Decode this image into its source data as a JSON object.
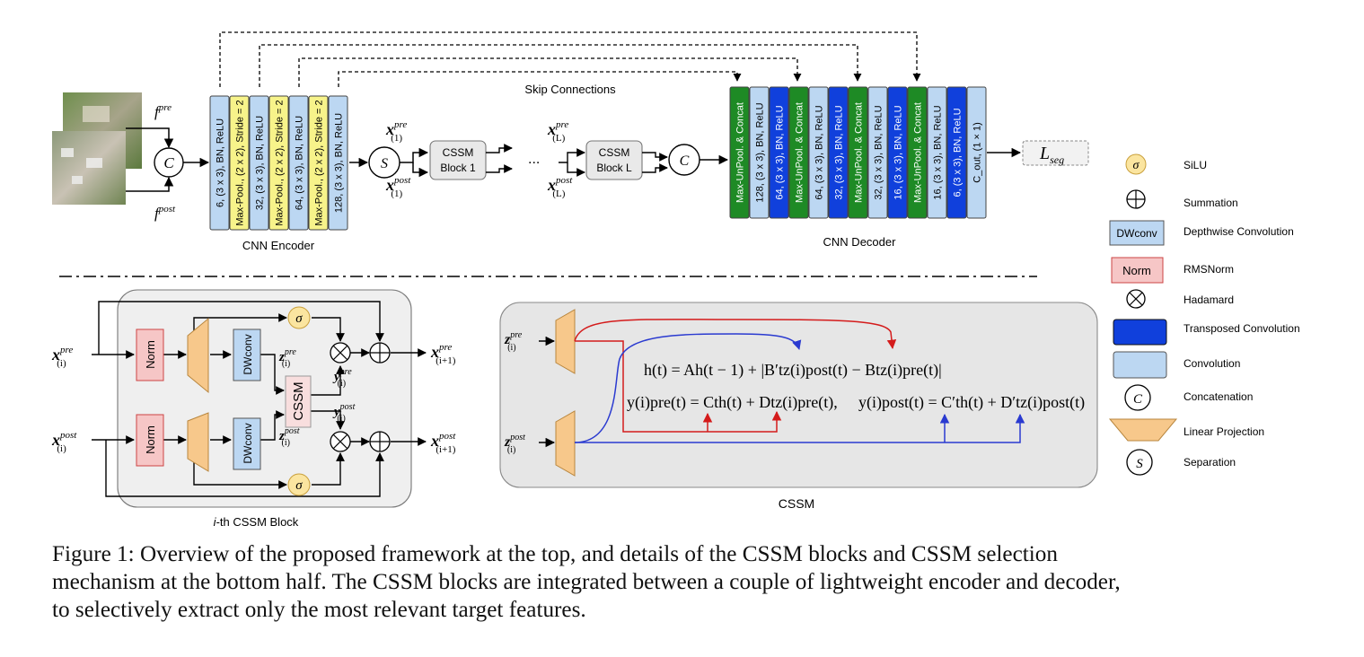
{
  "top": {
    "inputs": {
      "pre": "f",
      "pre_sup": "pre",
      "post": "f",
      "post_sup": "post",
      "concat_symbol": "C"
    },
    "encoder": {
      "label": "CNN Encoder",
      "layers": [
        "6, (3 x 3), BN, ReLU",
        "Max-Pool., (2 x 2), Stride = 2",
        "32, (3 x 3), BN, ReLU",
        "Max-Pool., (2 x 2), Stride = 2",
        "64, (3 x 3), BN, ReLU",
        "Max-Pool., (2 x 2), Stride = 2",
        "128, (3 x 3), BN, ReLU"
      ]
    },
    "separation_symbol": "S",
    "x1_pre": {
      "base": "x",
      "sup": "pre",
      "sub": "(1)"
    },
    "x1_post": {
      "base": "x",
      "sup": "post",
      "sub": "(1)"
    },
    "block1": {
      "line1": "CSSM",
      "line2": "Block 1"
    },
    "ellipsis": "...",
    "xL_pre": {
      "base": "x",
      "sup": "pre",
      "sub": "(L)"
    },
    "xL_post": {
      "base": "x",
      "sup": "post",
      "sub": "(L)"
    },
    "blockL": {
      "line1": "CSSM",
      "line2": "Block L"
    },
    "concat_symbol": "C",
    "skip_label": "Skip Connections",
    "decoder": {
      "label": "CNN Decoder",
      "layers": [
        "Max-UnPool. & Concat",
        "128, (3 x 3), BN, ReLU",
        "64, (3 x 3), BN, ReLU",
        "Max-UnPool. & Concat",
        "64, (3 x 3), BN, ReLU",
        "32, (3 x 3), BN, ReLU",
        "Max-UnPool. & Concat",
        "32, (3 x 3), BN, ReLU",
        "16, (3 x 3), BN, ReLU",
        "Max-UnPool. & Concat",
        "16, (3 x 3), BN, ReLU",
        "6, (3 x 3), BN, ReLU",
        "C_out, (1 × 1)"
      ]
    },
    "loss": {
      "base": "L",
      "sub": "seg"
    }
  },
  "block": {
    "caption_prefix": "i",
    "caption_suffix": "-th CSSM Block",
    "in_pre": {
      "base": "x",
      "sup": "pre",
      "sub": "(i)"
    },
    "in_post": {
      "base": "x",
      "sup": "post",
      "sub": "(i)"
    },
    "out_pre": {
      "base": "x",
      "sup": "pre",
      "sub": "(i+1)"
    },
    "out_post": {
      "base": "x",
      "sup": "post",
      "sub": "(i+1)"
    },
    "norm": "Norm",
    "dwconv": "DWconv",
    "sigma": "σ",
    "cssm": "CSSM",
    "z_pre": {
      "base": "z",
      "sup": "pre",
      "sub": "(i)"
    },
    "z_post": {
      "base": "z",
      "sup": "post",
      "sub": "(i)"
    },
    "y_pre": {
      "base": "y",
      "sup": "pre",
      "sub": "(i)"
    },
    "y_post": {
      "base": "y",
      "sup": "post",
      "sub": "(i)"
    }
  },
  "cssm": {
    "label": "CSSM",
    "z_pre": {
      "base": "z",
      "sup": "pre",
      "sub": "(i)"
    },
    "z_post": {
      "base": "z",
      "sup": "post",
      "sub": "(i)"
    },
    "eq_h": "h(t) = Ah(t − 1) + |B′tz(i)post(t) − Btz(i)pre(t)|",
    "eq_ypre": "y(i)pre(t) = Cth(t) + Dtz(i)pre(t),",
    "eq_ypost": "y(i)post(t) = C′th(t) + D′tz(i)post(t)"
  },
  "legend": [
    {
      "symbol": "σ",
      "label": "SiLU"
    },
    {
      "symbol": "",
      "label": "Summation"
    },
    {
      "symbol": "DWconv",
      "label": "Depthwise Convolution"
    },
    {
      "symbol": "Norm",
      "label": "RMSNorm"
    },
    {
      "symbol": "",
      "label": "Hadamard"
    },
    {
      "symbol": "",
      "label": "Transposed Convolution"
    },
    {
      "symbol": "",
      "label": "Convolution"
    },
    {
      "symbol": "C",
      "label": "Concatenation"
    },
    {
      "symbol": "",
      "label": "Linear Projection"
    },
    {
      "symbol": "S",
      "label": "Separation"
    }
  ],
  "caption": {
    "line1": "Figure 1: Overview of the proposed framework at the top, and details of the CSSM blocks and CSSM selection",
    "line2": "mechanism at the bottom half. The CSSM blocks are integrated between a couple of lightweight encoder and decoder,",
    "line3": "to selectively extract only the most relevant target features."
  },
  "colors": {
    "conv": "#bcd7f2",
    "maxpool": "#f7f38a",
    "transposed": "#1040dc",
    "unpool": "#1e8a25",
    "norm": "#f6c6c6",
    "projection": "#f7c88b",
    "sigma": "#fbe5a0",
    "panel": "#ececec",
    "red_arrow": "#d41b1b",
    "blue_arrow": "#2a3ad0"
  }
}
